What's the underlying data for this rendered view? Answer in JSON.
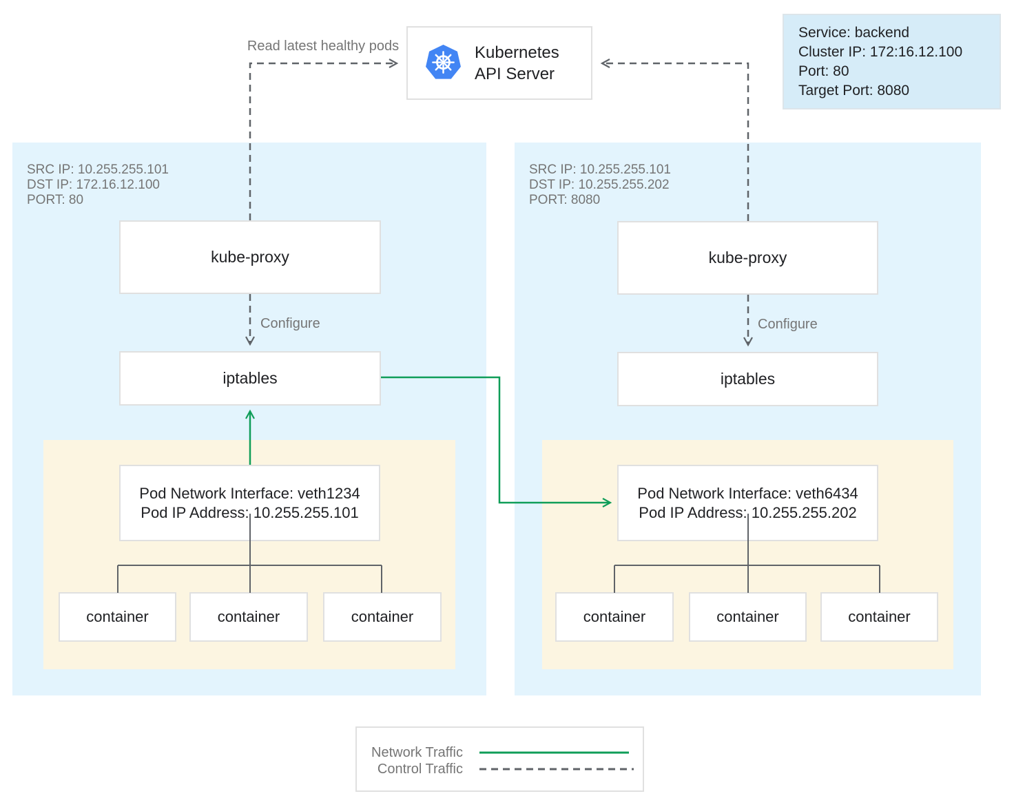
{
  "colors": {
    "network_green": "#0f9d58",
    "control_gray": "#5f6368",
    "node_bg": "#e3f4fd",
    "pod_bg": "#fcf5e1",
    "service_bg": "#d6ecf8",
    "border_gray": "#e0e0e0",
    "kubernetes_blue": "#4285f4",
    "text_dark": "#202124",
    "text_gray": "#757575"
  },
  "api_server": {
    "name_line1": "Kubernetes",
    "name_line2": "API Server",
    "logo": "kubernetes-helm-wheel"
  },
  "service_card": {
    "service": "Service: backend",
    "cluster_ip": "Cluster IP: 172:16.12.100",
    "port": "Port: 80",
    "target_port": "Target Port: 8080"
  },
  "edge_labels": {
    "read_latest": "Read latest healthy pods",
    "configure": "Configure"
  },
  "left_node": {
    "src_ip": "SRC IP: 10.255.255.101",
    "dst_ip": "DST IP: 172.16.12.100",
    "port": "PORT: 80",
    "kube_proxy": "kube-proxy",
    "iptables": "iptables",
    "pod": {
      "interface": "Pod Network Interface: veth1234",
      "ip": "Pod IP Address: 10.255.255.101",
      "containers": [
        "container",
        "container",
        "container"
      ]
    }
  },
  "right_node": {
    "src_ip": "SRC IP: 10.255.255.101",
    "dst_ip": "DST IP: 10.255.255.202",
    "port": "PORT: 8080",
    "kube_proxy": "kube-proxy",
    "iptables": "iptables",
    "pod": {
      "interface": "Pod Network Interface: veth6434",
      "ip": "Pod IP Address: 10.255.255.202",
      "containers": [
        "container",
        "container",
        "container"
      ]
    }
  },
  "legend": {
    "network": "Network Traffic",
    "control": "Control Traffic"
  }
}
